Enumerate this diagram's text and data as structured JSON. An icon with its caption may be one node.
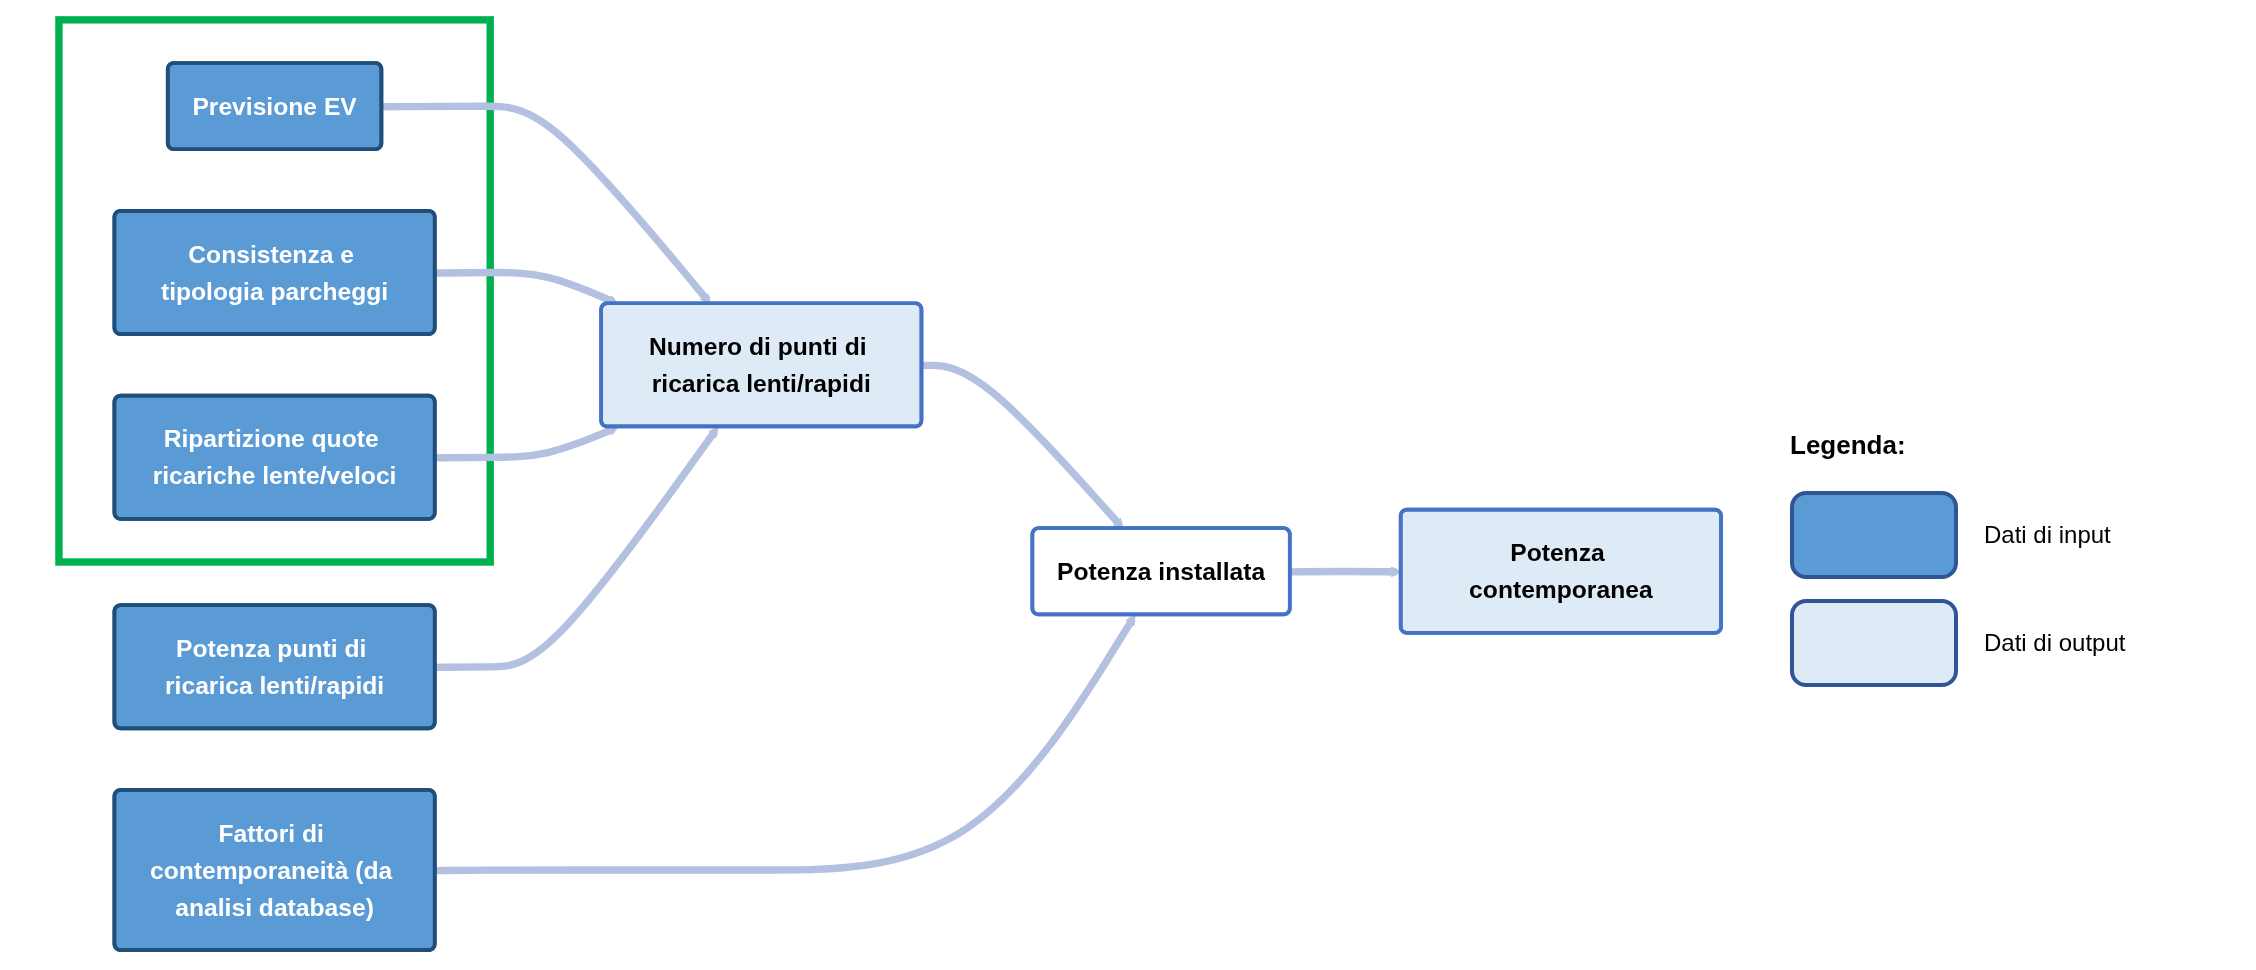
{
  "diagram": {
    "nodes": [
      {
        "text": [],
        "shape": "box"
      },
      {
        "text": [
          "Previsione EV"
        ],
        "in": 0
      },
      {
        "text": [
          "Consistenza e tipologia parcheggi"
        ],
        "in": 0
      },
      {
        "text": [
          "Ripartizione quote ricariche lente/veloci"
        ],
        "in": 0
      },
      {
        "text": [
          "Potenza punti di ricarica lenti/rapidi"
        ]
      },
      {
        "text": [
          "Numero di punti di ricarica lenti/rapidi"
        ]
      },
      {
        "text": [
          "Potenza installata"
        ]
      },
      {
        "text": [
          "Potenza contemporanea"
        ]
      },
      {
        "text": [
          "Fattori di contemporaneità (da analisi database)"
        ]
      }
    ],
    "edges": [
      {
        "from": 1,
        "to": 5,
        "arrow": "to"
      },
      {
        "from": 2,
        "to": 5,
        "arrow": "to"
      },
      {
        "from": 3,
        "to": 5,
        "arrow": "to"
      },
      {
        "from": 4,
        "to": 5,
        "arrow": "to"
      },
      {
        "from": 5,
        "to": 6,
        "arrow": "to"
      },
      {
        "from": 6,
        "to": 7,
        "arrow": "to"
      },
      {
        "from": 8,
        "to": 6,
        "arrow": "to"
      }
    ],
    "labels": [
      "Legenda:"
    ],
    "legend": [
      {
        "text": "Dati di input",
        "color": "#5b9bd5"
      },
      {
        "text": "Dati di output",
        "color": "#deebf7"
      }
    ]
  }
}
